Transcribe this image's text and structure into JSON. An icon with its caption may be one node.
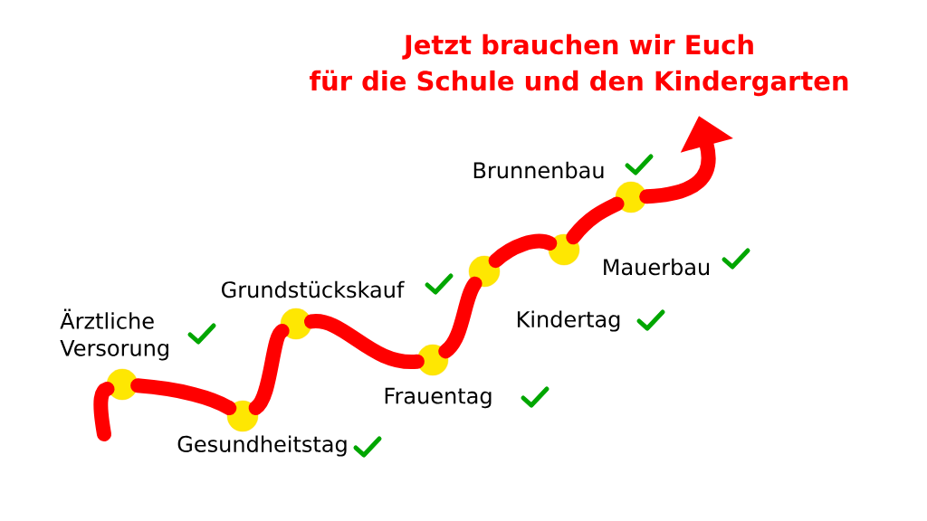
{
  "diagram": {
    "title": "Jetzt brauchen wir Euch für die Schule und den Kindergarten",
    "nodes": [
      {
        "text": [],
        "shape": "circle",
        "beside": [
          "Ärztliche Versorung"
        ]
      },
      {
        "text": [],
        "shape": "circle",
        "beside": [
          "Gesundheitstag"
        ]
      },
      {
        "text": [],
        "shape": "circle",
        "beside": [
          "Grundstückskauf"
        ]
      },
      {
        "text": [],
        "shape": "circle",
        "beside": [
          "Frauentag"
        ]
      },
      {
        "text": [],
        "shape": "circle",
        "beside": [
          "Kindertag"
        ]
      },
      {
        "text": [],
        "shape": "circle",
        "beside": [
          "Mauerbau"
        ]
      },
      {
        "text": [],
        "shape": "circle",
        "beside": [
          "Brunnenbau"
        ]
      }
    ],
    "edges": [
      {
        "from": null,
        "to": 0,
        "arrow": "none"
      },
      {
        "from": 0,
        "to": 1,
        "arrow": "none"
      },
      {
        "from": 1,
        "to": 2,
        "arrow": "none"
      },
      {
        "from": 2,
        "to": 3,
        "arrow": "none"
      },
      {
        "from": 3,
        "to": 4,
        "arrow": "none"
      },
      {
        "from": 4,
        "to": 5,
        "arrow": "none"
      },
      {
        "from": 5,
        "to": 6,
        "arrow": "none"
      },
      {
        "from": 6,
        "to": null,
        "arrow": "to"
      }
    ]
  }
}
